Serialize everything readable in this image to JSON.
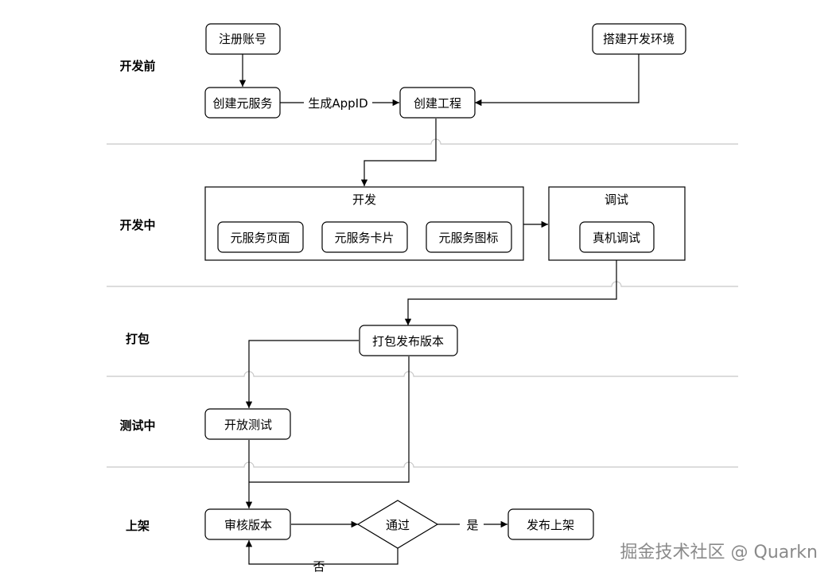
{
  "lanes": {
    "before": "开发前",
    "during": "开发中",
    "package": "打包",
    "testing": "测试中",
    "release": "上架"
  },
  "nodes": {
    "register": "注册账号",
    "setup_env": "搭建开发环境",
    "create_service": "创建元服务",
    "create_project": "创建工程",
    "develop_group": "开发",
    "page": "元服务页面",
    "card": "元服务卡片",
    "icon": "元服务图标",
    "debug_group": "调试",
    "device_debug": "真机调试",
    "package_release": "打包发布版本",
    "open_test": "开放测试",
    "review": "审核版本",
    "pass": "通过",
    "publish": "发布上架"
  },
  "edges": {
    "appid": "生成AppID",
    "yes": "是",
    "no": "否"
  },
  "watermark": "掘金技术社区 @ Quarkn",
  "colors": {
    "stroke": "#000000",
    "separator": "#c8c8c8",
    "watermark": "#8a8a8a"
  }
}
